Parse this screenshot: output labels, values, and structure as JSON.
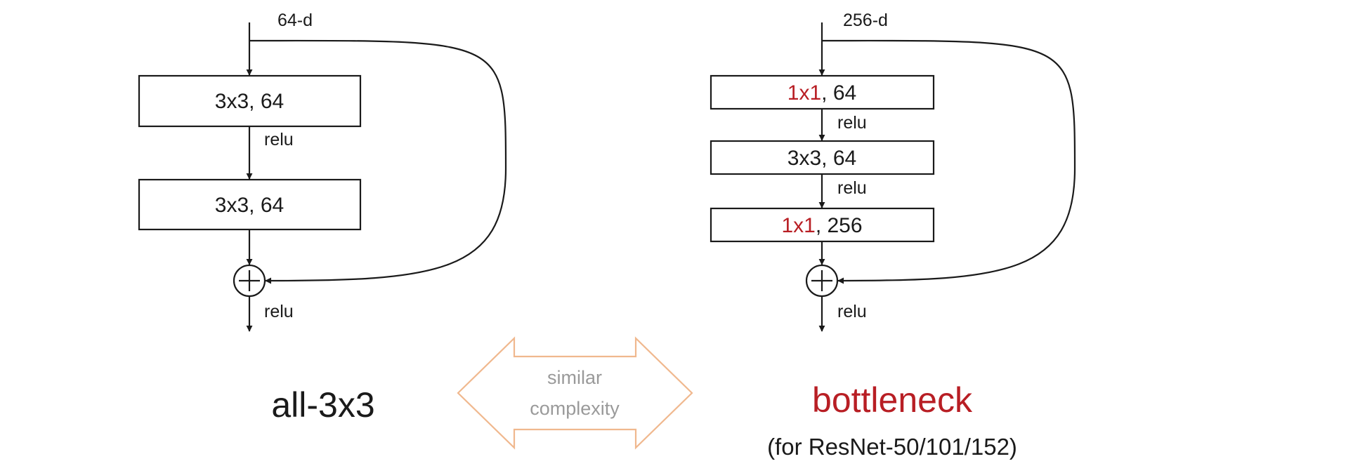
{
  "left_block": {
    "input_label": "64-d",
    "layer1": "3x3, 64",
    "relu1": "relu",
    "layer2": "3x3, 64",
    "relu_out": "relu",
    "caption": "all-3x3"
  },
  "right_block": {
    "input_label": "256-d",
    "layer1_kernel": "1x1",
    "layer1_rest": ", 64",
    "relu1": "relu",
    "layer2": "3x3, 64",
    "relu2": "relu",
    "layer3_kernel": "1x1",
    "layer3_rest": ", 256",
    "relu_out": "relu",
    "caption": "bottleneck",
    "subcaption": "(for ResNet-50/101/152)"
  },
  "comparison": {
    "line1": "similar",
    "line2": "complexity"
  },
  "colors": {
    "accent_red": "#b81e24",
    "arrow_orange": "#f0b88e",
    "comparison_text": "#9a9a9a"
  }
}
